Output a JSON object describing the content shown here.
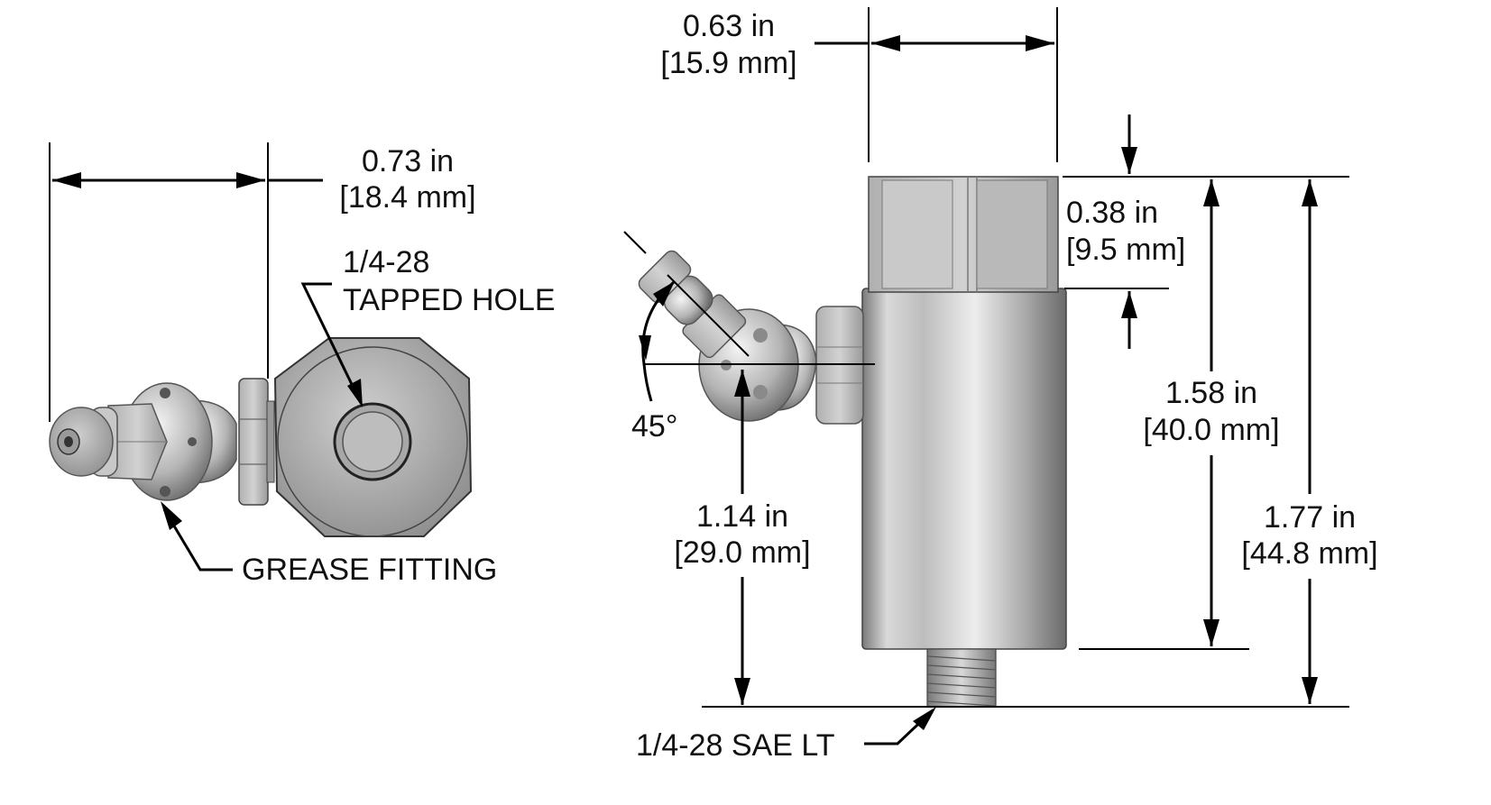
{
  "colors": {
    "ink": "#111111",
    "metal_light": "#e8e8e8",
    "metal_mid": "#b8b8b8",
    "metal_dark": "#5e5e5e"
  },
  "side_view": {
    "width_dim": {
      "in": "0.73 in",
      "mm": "[18.4 mm]"
    },
    "tapped_hole": {
      "line1": "1/4-28",
      "line2": "TAPPED HOLE"
    },
    "grease_fitting": "GREASE FITTING"
  },
  "front_view": {
    "width_dim": {
      "in": "0.63 in",
      "mm": "[15.9 mm]"
    },
    "flat_dim": {
      "in": "0.38 in",
      "mm": "[9.5 mm]"
    },
    "body_height_dim": {
      "in": "1.58 in",
      "mm": "[40.0 mm]"
    },
    "overall_height_dim": {
      "in": "1.77 in",
      "mm": "[44.8 mm]"
    },
    "fitting_height_dim": {
      "in": "1.14 in",
      "mm": "[29.0 mm]"
    },
    "angle": "45°",
    "thread": "1/4-28 SAE LT"
  }
}
